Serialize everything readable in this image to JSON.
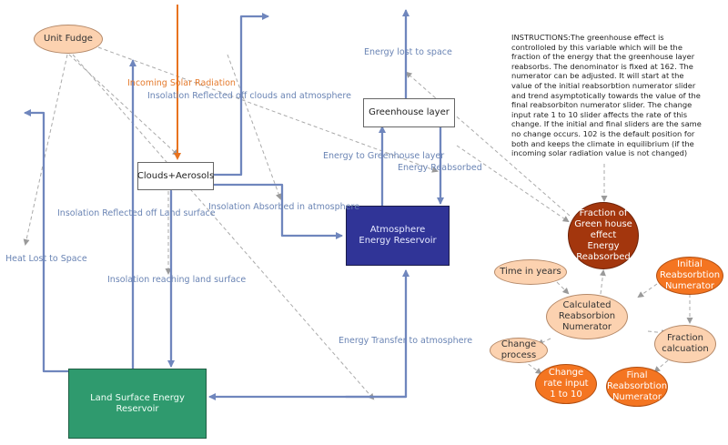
{
  "nodes": {
    "unit_fudge": "Unit Fudge",
    "clouds_aerosols": "Clouds+Aerosols",
    "greenhouse_layer": "Greenhouse layer",
    "atmosphere_reservoir": "Atmosphere Energy Reservoir",
    "land_reservoir": "Land Surface Energy Reservoir",
    "fraction_absorbed": "Fraction of Green house effect Energy Reabsorbed",
    "time_in_years": "Time in years",
    "initial_numerator": "Initial Reabsorbtion Numerator",
    "calculated_numerator": "Calculated Reabsorbion Numerator",
    "fraction_calculation": "Fraction calcuation",
    "change_process": "Change process",
    "change_rate_input": "Change rate input 1 to 10",
    "final_numerator": "Final Reabsorbtion Numerator"
  },
  "flows": {
    "incoming_solar": "Incoming Solar Radiation",
    "reflected_clouds": "Insolation Reflected off clouds and atmosphere",
    "energy_lost_space": "Energy lost to space",
    "energy_to_greenhouse": "Energy to Greenhouse layer",
    "energy_reabsorbed": "Energy Reabsorbed",
    "absorbed_atmosphere": "Insolation Absorbed in atmosphere",
    "reflected_land": "Insolation Reflected off Land surface",
    "heat_lost_space": "Heat Lost to Space",
    "reaching_land": "Insolation reaching land surface",
    "energy_transfer_atmosphere": "Energy Transfer to atmosphere"
  },
  "instructions": "INSTRUCTIONS:The greenhouse effect is controlloled by this variable which will be the fraction of the energy that the greenhouse layer reabsorbs. The denominator is fixed at 162. The numerator can be adjusted. It will start at the value of the initial reabsorbtion numerator slider and trend asymptotically towards the value of the final reabsorbiton numerator slider. The change input rate 1 to 10 slider affects the rate of this change. If the initial and final sliders are the same no change occurs. 102 is the default position for both and keeps the climate in equilibrium (if the incoming solar radiation value is not changed)",
  "colors": {
    "flow": "#6f86bd",
    "solar": "#e8731f",
    "link": "#a9a9a9",
    "atmosphere": "#303497",
    "land": "#2f9a6e",
    "dark_orange": "#a3360d",
    "orange": "#f47521",
    "peach": "#fcd2b0"
  }
}
